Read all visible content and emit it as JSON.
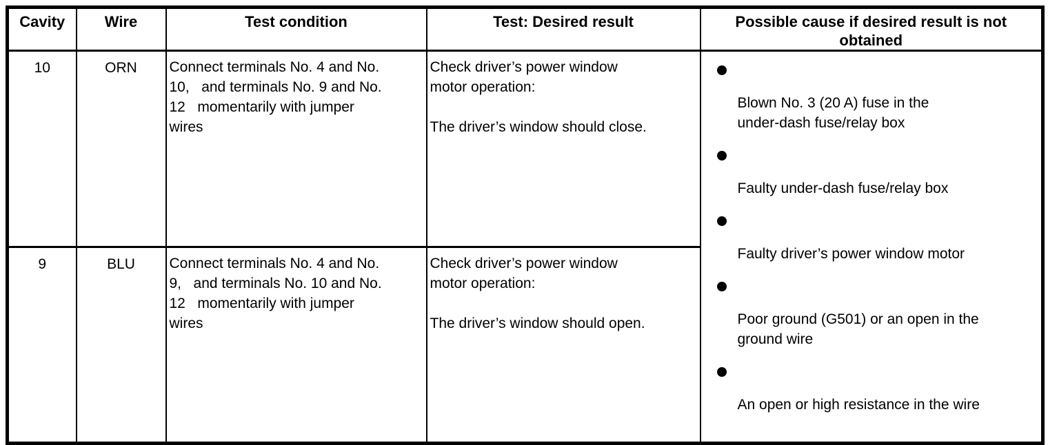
{
  "header": {
    "cavity": "Cavity",
    "wire": "Wire",
    "test_condition": "Test condition",
    "desired_result": "Test: Desired result",
    "possible_cause": "Possible cause if desired result is not\nobtained"
  },
  "rows": [
    {
      "cavity": "10",
      "wire": "ORN",
      "test_condition": "Connect terminals No. 4 and No.\n10,   and terminals No. 9 and No.\n12   momentarily with jumper\nwires",
      "desired_result": "Check driver’s power window\nmotor operation:\n\nThe driver’s window should close."
    },
    {
      "cavity": "9",
      "wire": "BLU",
      "test_condition": "Connect terminals No. 4 and No.\n9,   and terminals No. 10 and No.\n12   momentarily with jumper\nwires",
      "desired_result": "Check driver’s power window\nmotor operation:\n\nThe driver’s window should open."
    }
  ],
  "possible_causes": [
    "Blown No. 3 (20 A) fuse in the\nunder-dash fuse/relay box",
    "Faulty under-dash fuse/relay box",
    "Faulty driver’s power window motor",
    "Poor ground (G501) or an open in the\nground wire",
    "An open or high resistance in the wire"
  ]
}
